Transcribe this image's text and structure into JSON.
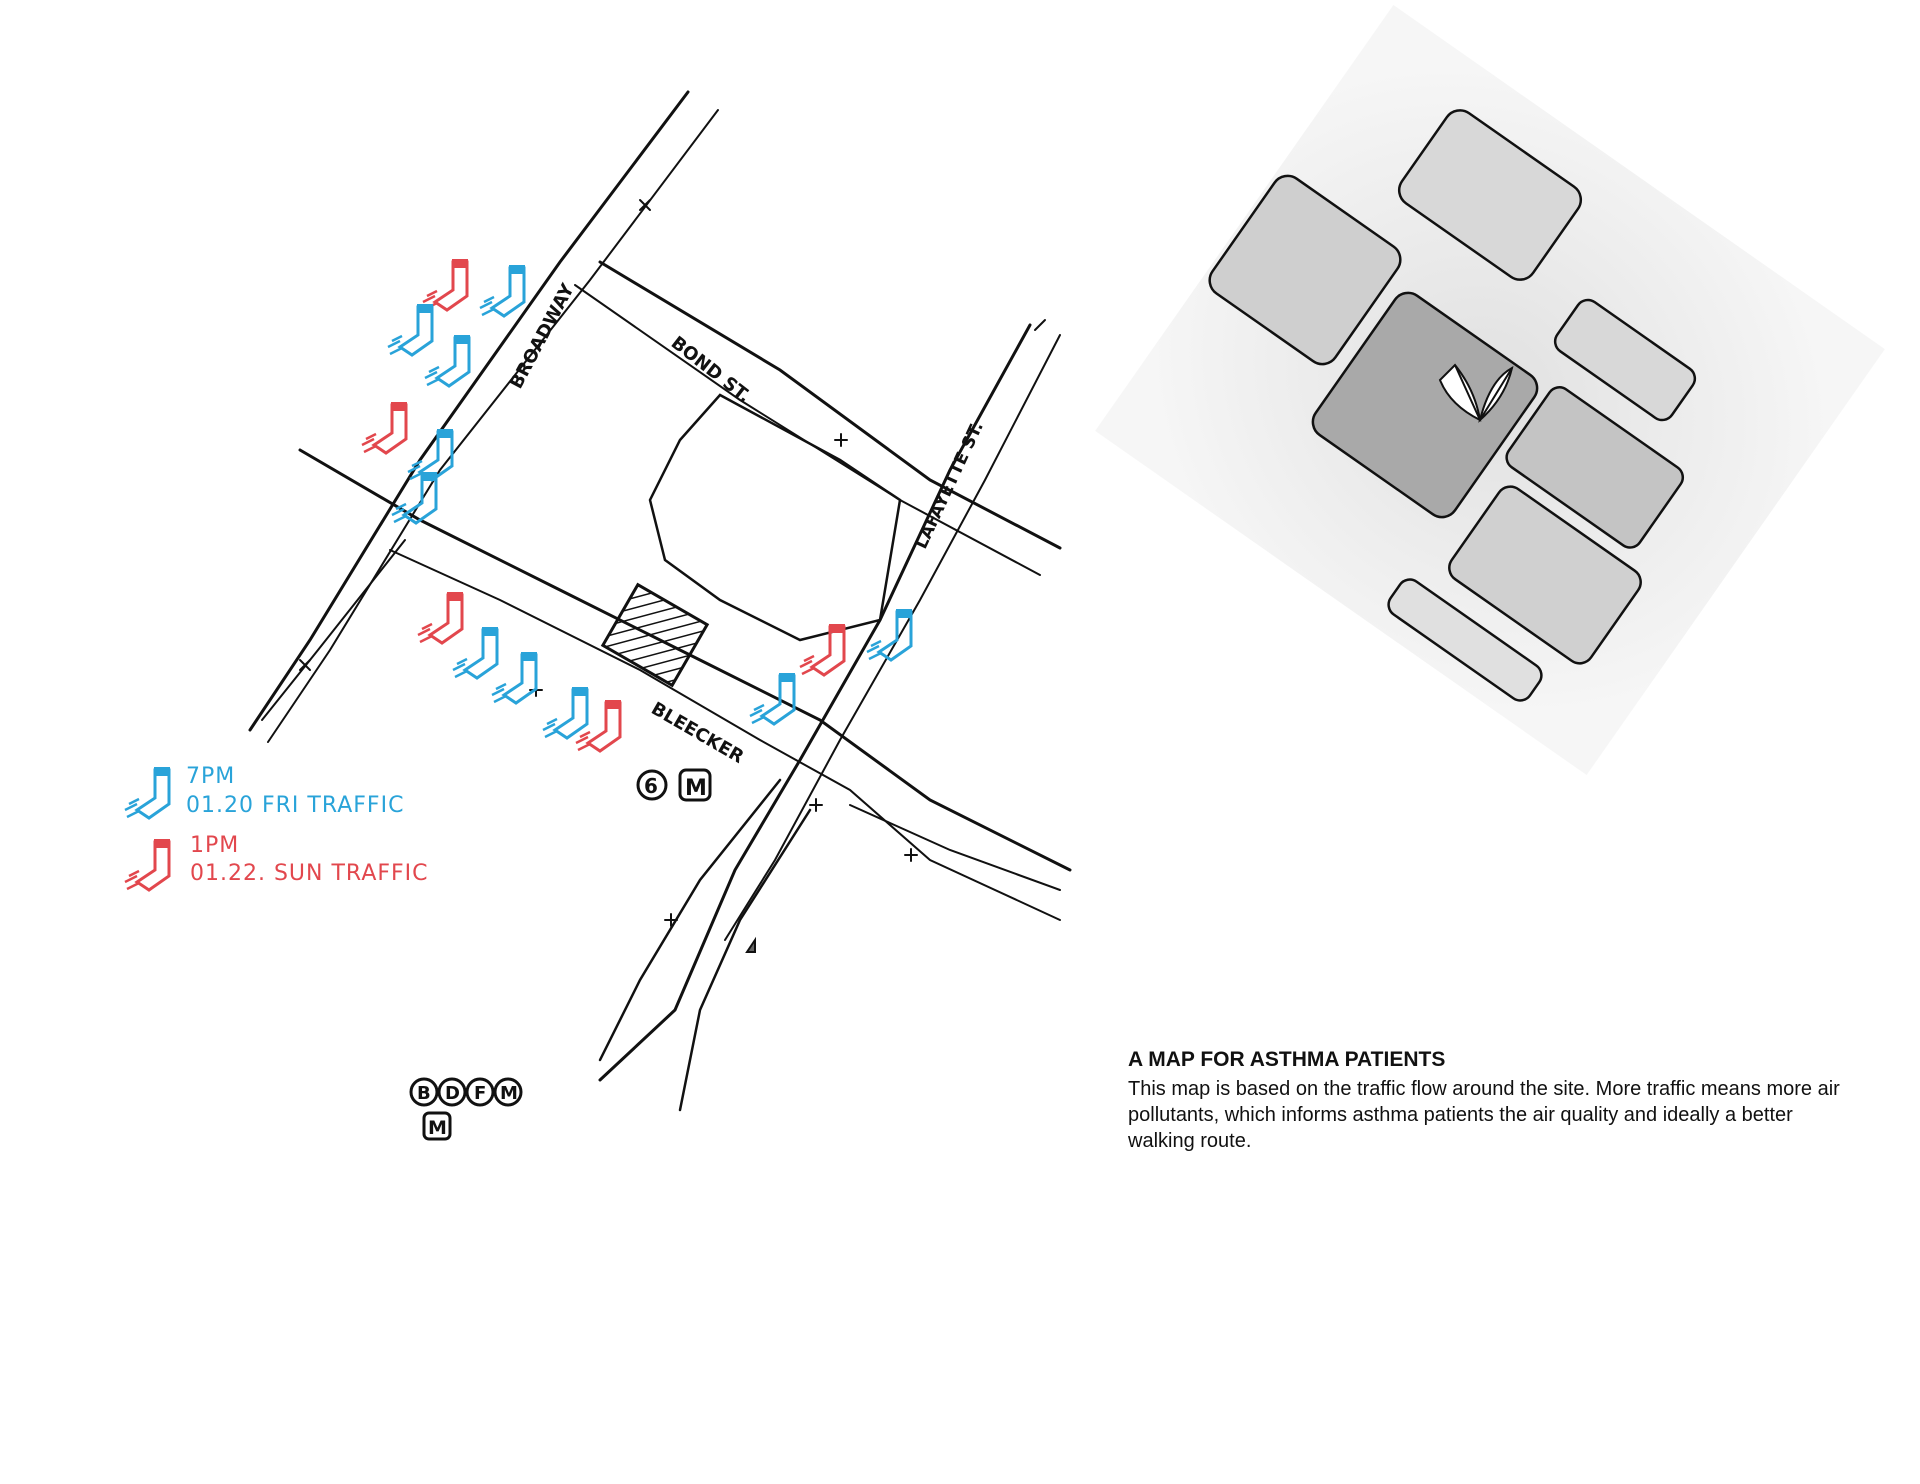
{
  "streets": {
    "broadway": "BROADWAY",
    "bond": "BOND ST.",
    "lafayette": "LAFAYETTE ST.",
    "bleecker": "BLEECKER"
  },
  "subway": {
    "line_6": "6",
    "station_m": "M",
    "lines_bdfm": [
      "B",
      "D",
      "F",
      "M"
    ],
    "station_m2": "M"
  },
  "legend": {
    "friday": {
      "time": "7PM",
      "label": "01.20 FRI TRAFFIC",
      "color": "#29a3d9"
    },
    "sunday": {
      "time": "1PM",
      "label": "01.22. SUN TRAFFIC",
      "color": "#e2474d"
    }
  },
  "caption": {
    "title": "A MAP FOR ASTHMA PATIENTS",
    "body": "This map is based on the traffic flow around the site. More traffic means more air pollutants, which informs asthma patients the air quality and ideally a better walking route."
  },
  "colors": {
    "ink": "#111111",
    "blue": "#29a3d9",
    "red": "#e2474d",
    "shade": "#cfcfcf"
  },
  "icons": [
    "car-traffic-icon",
    "leaf-icon",
    "subway-station-icon"
  ]
}
